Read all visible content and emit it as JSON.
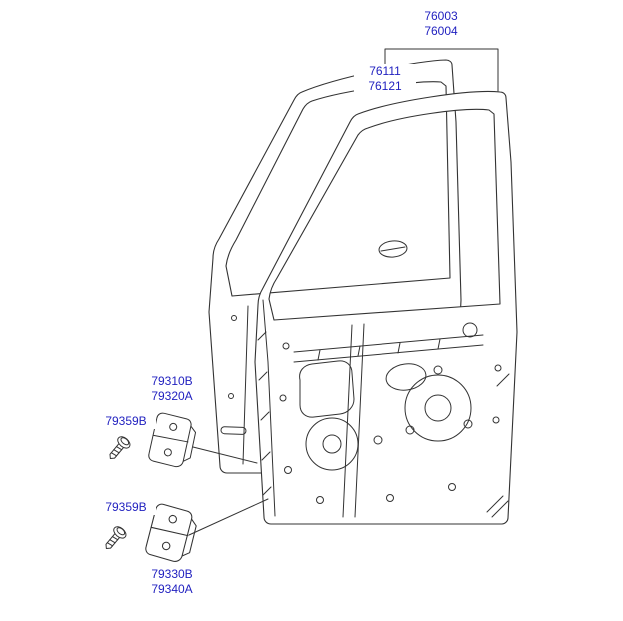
{
  "colors": {
    "label": "#1f1fbf",
    "line": "#333333",
    "background": "#ffffff"
  },
  "diagram_title": "front-door-panel-exploded-view",
  "parts": {
    "door_panel_assembly": {
      "name": "door-panel-assembly",
      "numbers": [
        "76003",
        "76004"
      ]
    },
    "door_outer_panel": {
      "name": "door-outer-panel",
      "numbers": [
        "76111",
        "76121"
      ]
    },
    "hinge_upper": {
      "name": "door-hinge-upper",
      "numbers": [
        "79310B",
        "79320A"
      ]
    },
    "bolt_upper": {
      "name": "hinge-bolt-upper",
      "numbers": [
        "79359B"
      ]
    },
    "bolt_lower": {
      "name": "hinge-bolt-lower",
      "numbers": [
        "79359B"
      ]
    },
    "hinge_lower": {
      "name": "door-hinge-lower",
      "numbers": [
        "79330B",
        "79340A"
      ]
    }
  },
  "figure_elements": [
    "door-outer-panel-drawing",
    "door-inner-panel-drawing",
    "door-hinge-upper-drawing",
    "door-hinge-lower-drawing",
    "mounting-bolt-upper-drawing",
    "mounting-bolt-lower-drawing",
    "callout-bracket-line",
    "hinge-leader-lines"
  ]
}
